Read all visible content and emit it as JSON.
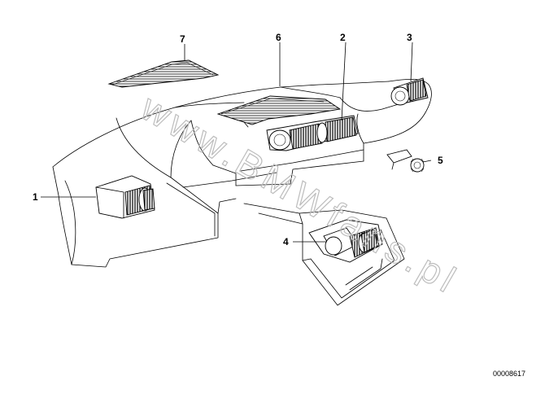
{
  "diagram": {
    "part_labels": [
      "1",
      "2",
      "3",
      "4",
      "5",
      "6",
      "7"
    ],
    "watermark_text": "www.BMWfans.pl",
    "drawing_number": "00008617"
  }
}
